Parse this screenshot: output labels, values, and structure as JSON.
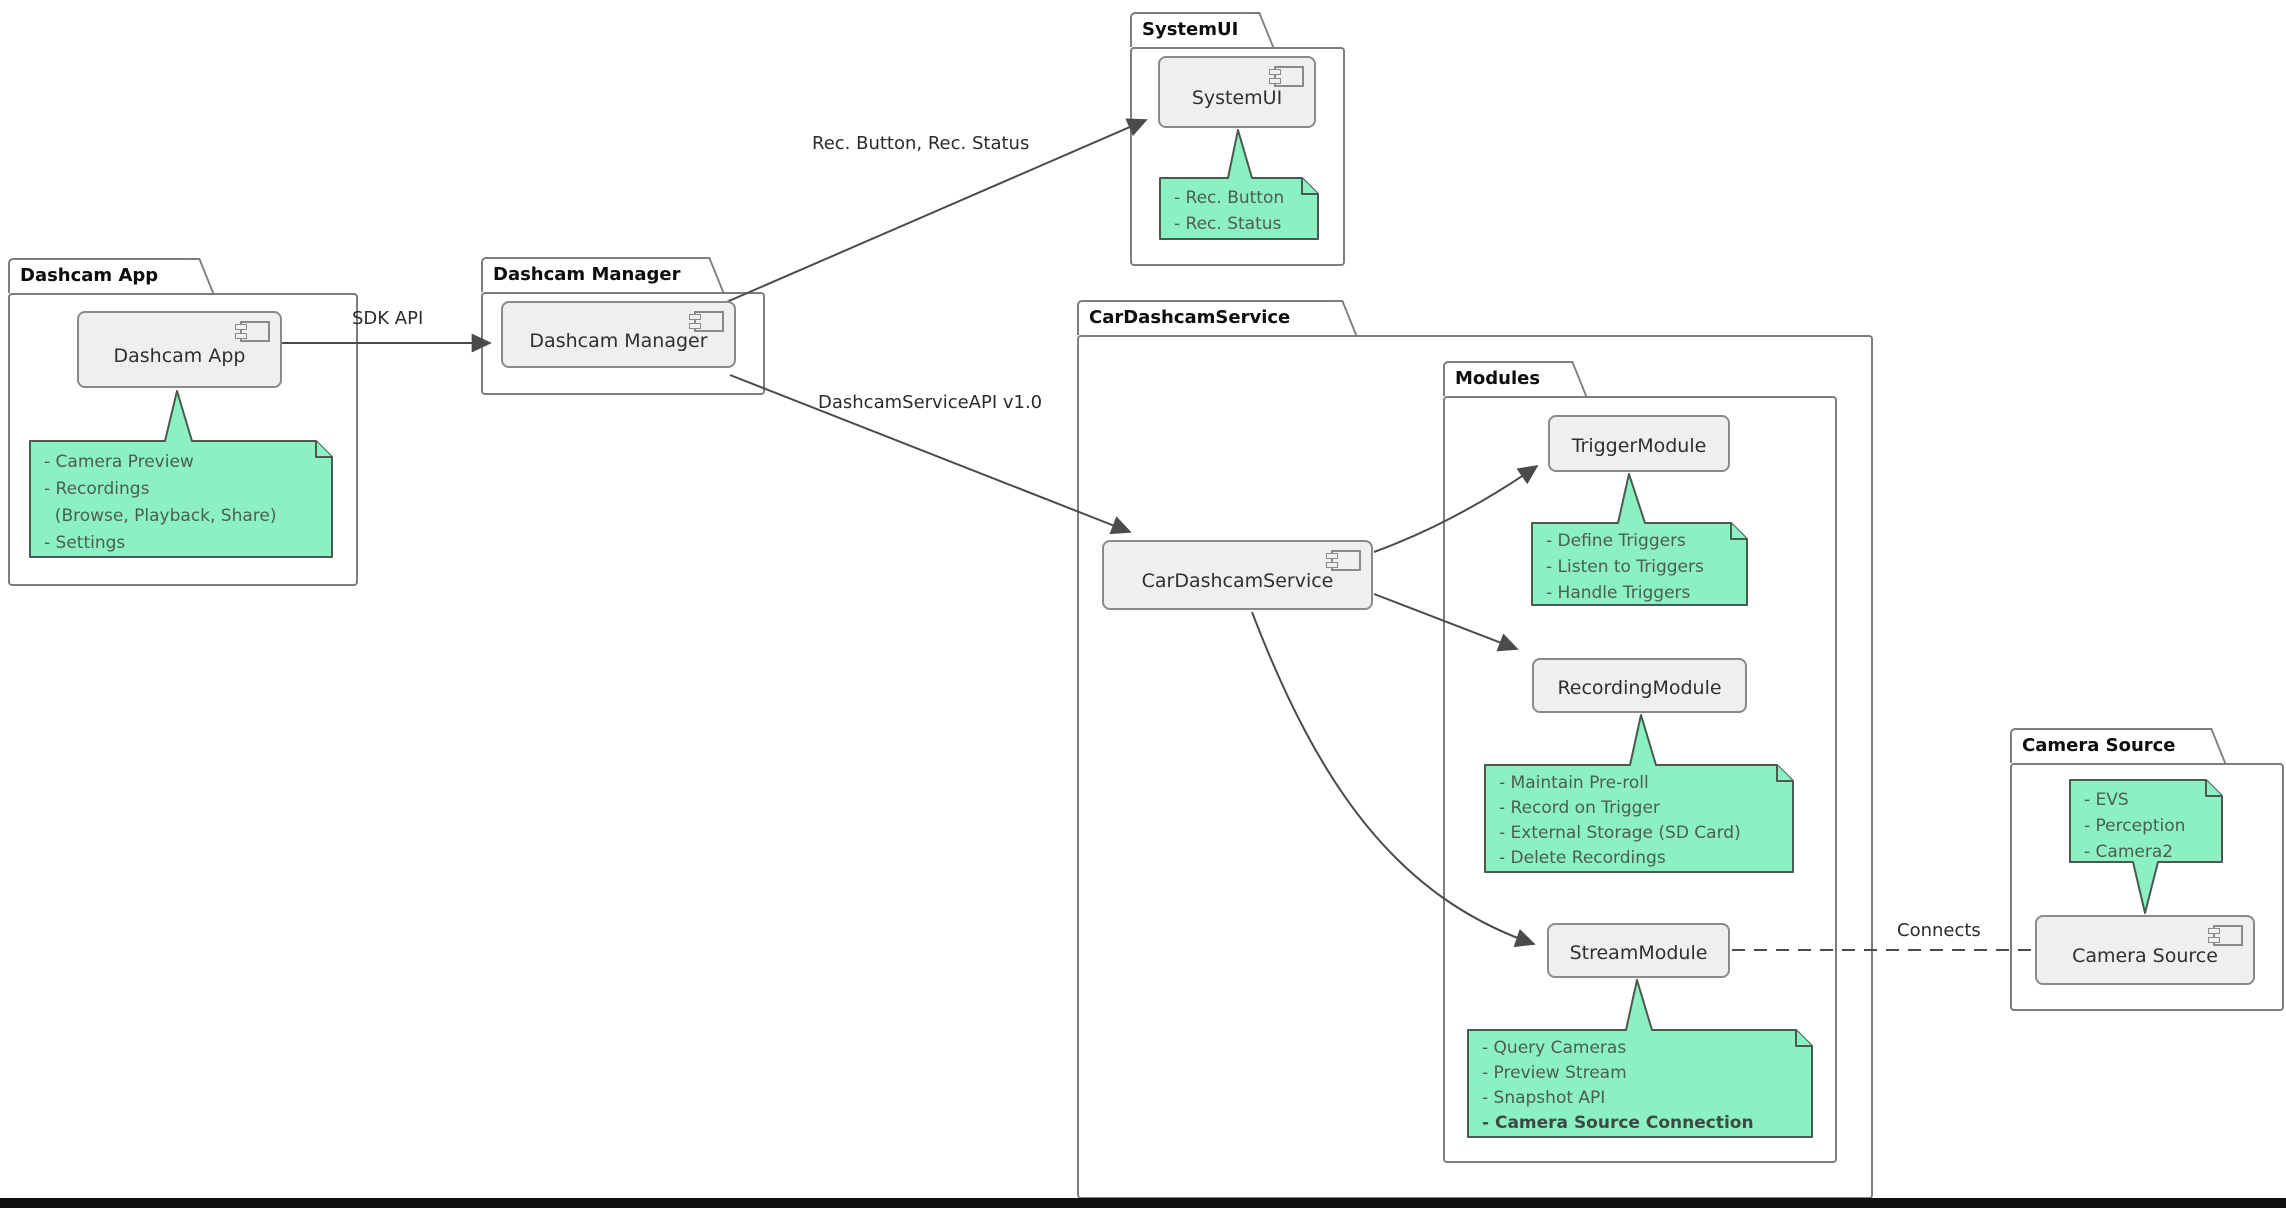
{
  "packages": {
    "dashcam_app": {
      "title": "Dashcam App"
    },
    "dashcam_manager": {
      "title": "Dashcam Manager"
    },
    "system_ui": {
      "title": "SystemUI"
    },
    "car_dashcam_service": {
      "title": "CarDashcamService"
    },
    "modules": {
      "title": "Modules"
    },
    "camera_source": {
      "title": "Camera Source"
    }
  },
  "components": {
    "dashcam_app": {
      "label": "Dashcam App"
    },
    "dashcam_manager": {
      "label": "Dashcam Manager"
    },
    "system_ui": {
      "label": "SystemUI"
    },
    "car_dashcam_service": {
      "label": "CarDashcamService"
    },
    "trigger_module": {
      "label": "TriggerModule"
    },
    "recording_module": {
      "label": "RecordingModule"
    },
    "stream_module": {
      "label": "StreamModule"
    },
    "camera_source": {
      "label": "Camera Source"
    }
  },
  "notes": {
    "dashcam_app": {
      "lines": [
        "- Camera Preview",
        "- Recordings",
        "  (Browse, Playback, Share)",
        "- Settings"
      ]
    },
    "system_ui": {
      "lines": [
        "- Rec. Button",
        "- Rec. Status"
      ]
    },
    "trigger_module": {
      "lines": [
        "- Define Triggers",
        "- Listen to Triggers",
        "- Handle Triggers"
      ]
    },
    "recording_module": {
      "lines": [
        "- Maintain Pre-roll",
        "- Record on Trigger",
        "- External Storage (SD Card)",
        "- Delete Recordings"
      ]
    },
    "stream_module": {
      "lines": [
        "- Query Cameras",
        "- Preview Stream",
        "- Snapshot API",
        "- Camera Source Connection"
      ]
    },
    "camera_source": {
      "lines": [
        "- EVS",
        "- Perception",
        "- Camera2"
      ]
    }
  },
  "edges": {
    "sdk_api": {
      "label": "SDK API"
    },
    "rec_button_status": {
      "label": "Rec. Button, Rec. Status"
    },
    "dashcam_service_api": {
      "label": "DashcamServiceAPI v1.0"
    },
    "connects": {
      "label": "Connects"
    }
  },
  "colors": {
    "note_fill": "#8bf0c2",
    "note_border": "#4a5a50",
    "component_fill": "#efefef",
    "package_border": "#7d7d7d",
    "arrow": "#4b4b4b"
  }
}
